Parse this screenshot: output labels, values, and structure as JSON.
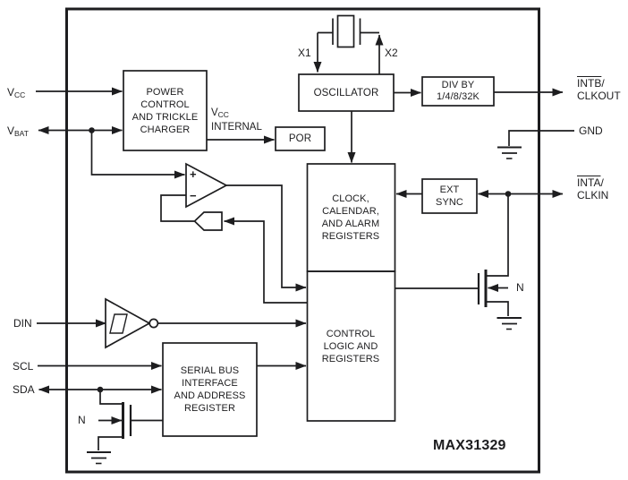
{
  "colors": {
    "ink": "#1d1d1f",
    "background": "#ffffff"
  },
  "part_number": "MAX31329",
  "pins": {
    "vcc": {
      "main": "V",
      "sub": "CC"
    },
    "vbat": {
      "main": "V",
      "sub": "BAT"
    },
    "din": {
      "label": "DIN"
    },
    "scl": {
      "label": "SCL"
    },
    "sda": {
      "label": "SDA"
    },
    "x1": {
      "label": "X1"
    },
    "x2": {
      "label": "X2"
    },
    "gnd": {
      "label": "GND"
    },
    "intb_clkout": {
      "over": "INTB",
      "after": "/",
      "line2": "CLKOUT"
    },
    "inta_clkin": {
      "over": "INTA",
      "after": "/",
      "line2": "CLKIN"
    }
  },
  "blocks": {
    "power_control": {
      "l1": "POWER",
      "l2": "CONTROL",
      "l3": "AND TRICKLE",
      "l4": "CHARGER"
    },
    "por": {
      "label": "POR"
    },
    "oscillator": {
      "label": "OSCILLATOR"
    },
    "div_by": {
      "l1": "DIV BY",
      "l2": "1/4/8/32K"
    },
    "clock_calendar": {
      "l1": "CLOCK,",
      "l2": "CALENDAR,",
      "l3": "AND ALARM",
      "l4": "REGISTERS"
    },
    "ext_sync": {
      "l1": "EXT",
      "l2": "SYNC"
    },
    "control_logic": {
      "l1": "CONTROL",
      "l2": "LOGIC AND",
      "l3": "REGISTERS"
    },
    "serial_bus": {
      "l1": "SERIAL BUS",
      "l2": "INTERFACE",
      "l3": "AND ADDRESS",
      "l4": "REGISTER"
    }
  },
  "net_labels": {
    "vcc_internal": {
      "main": "V",
      "sub": "CC",
      "line2": "INTERNAL"
    },
    "nfet_left": "N",
    "nfet_right": "N"
  },
  "comparator": {
    "plus": "+",
    "minus": "−"
  }
}
